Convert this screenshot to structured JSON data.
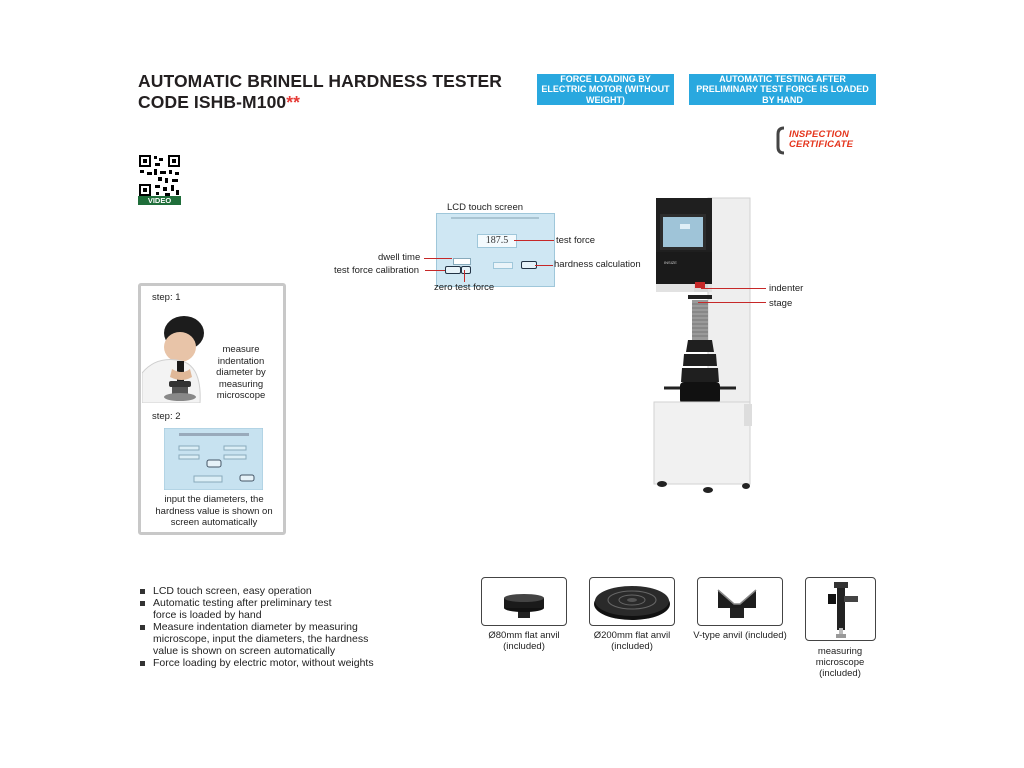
{
  "header": {
    "title_line1": "AUTOMATIC BRINELL HARDNESS TESTER",
    "title_line2": "CODE ISHB-M100",
    "title_stars": "**"
  },
  "badges": [
    "FORCE LOADING BY ELECTRIC MOTOR (WITHOUT WEIGHT)",
    "AUTOMATIC TESTING AFTER PRELIMINARY TEST FORCE IS LOADED BY HAND"
  ],
  "certificate": {
    "line1": "INSPECTION",
    "line2": "CERTIFICATE"
  },
  "qr": {
    "label": "VIDEO"
  },
  "steps": {
    "step1_label": "step: 1",
    "step1_text": "measure indentation diameter by measuring microscope",
    "step2_label": "step: 2",
    "step2_text": "input the diameters, the hardness value is shown on screen automatically"
  },
  "lcd": {
    "title": "LCD touch screen",
    "reading": "187.5",
    "labels": {
      "test_force": "test force",
      "dwell_time": "dwell time",
      "test_force_calibration": "test force calibration",
      "zero_test_force": "zero test force",
      "hardness_calculation": "hardness calculation"
    }
  },
  "machine": {
    "indenter": "indenter",
    "stage": "stage"
  },
  "features": [
    "LCD touch screen, easy operation",
    "Automatic testing after preliminary test force is loaded by hand",
    "Measure indentation diameter by measuring microscope, input the diameters, the hardness value is shown on screen automatically",
    "Force loading by electric motor, without weights"
  ],
  "accessories": [
    "Ø80mm flat anvil (included)",
    "Ø200mm flat anvil (included)",
    "V-type anvil (included)",
    "measuring microscope (included)"
  ],
  "colors": {
    "badge": "#29a8df",
    "accent_red": "#e53935",
    "certificate": "#e5351d",
    "lcd": "#cfe7f3"
  }
}
